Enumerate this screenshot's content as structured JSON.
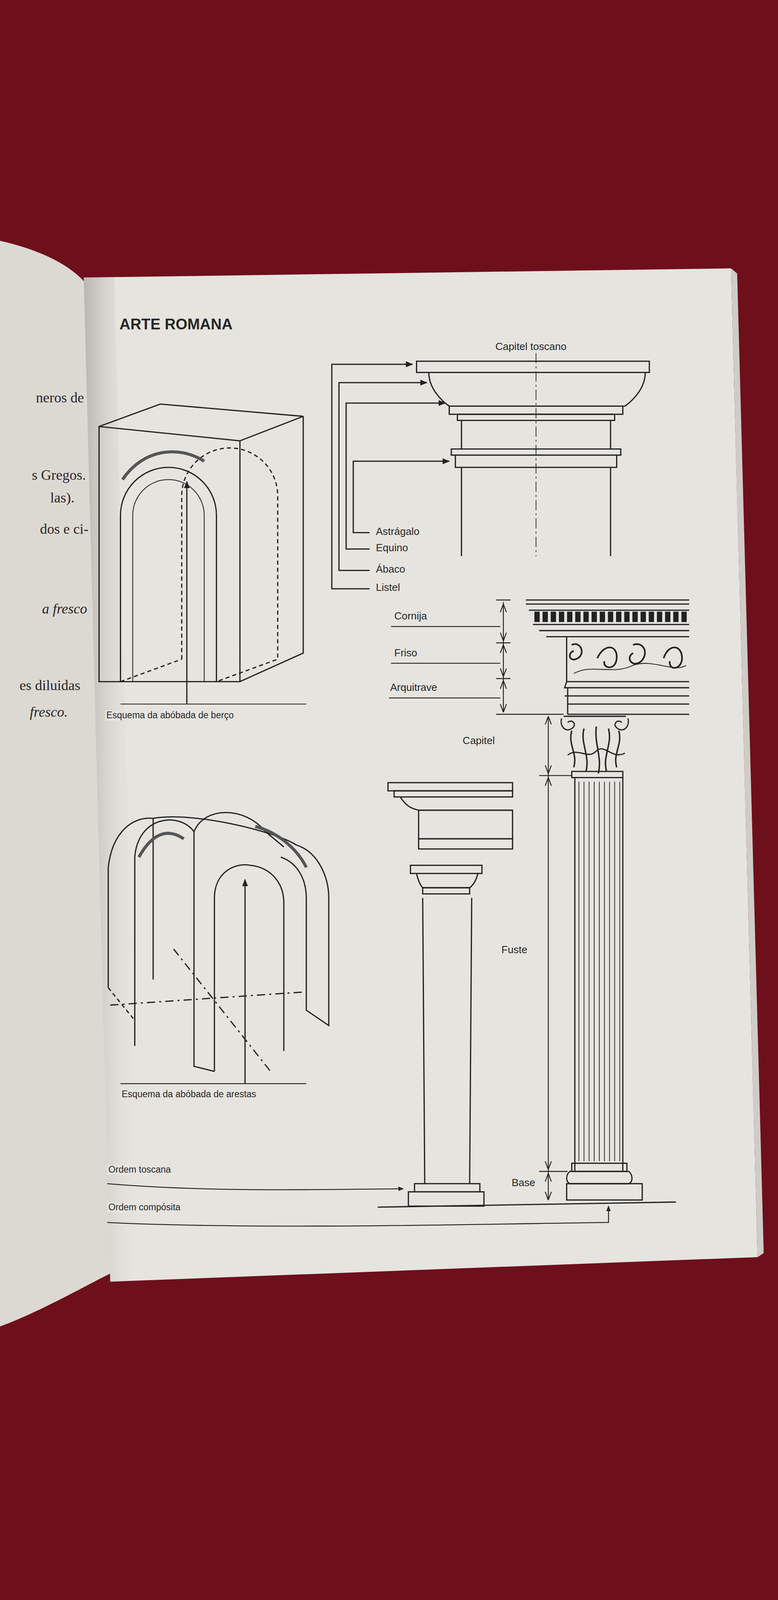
{
  "diagram": {
    "title": "ARTE ROMANA",
    "labels": [
      "neros de",
      "s Gregos.",
      "las).",
      "dos e ci-",
      "a fresco",
      "es diluidas",
      "fresco.",
      "Capitel toscano",
      "Astrágalo",
      "Equino",
      "Ábaco",
      "Listel",
      "Cornija",
      "Friso",
      "Arquitrave",
      "Esquema da abóbada de berço",
      "Capitel",
      "Esquema da abóbada de arestas",
      "Fuste",
      "Ordem toscana",
      "Base",
      "Ordem compósita"
    ]
  }
}
